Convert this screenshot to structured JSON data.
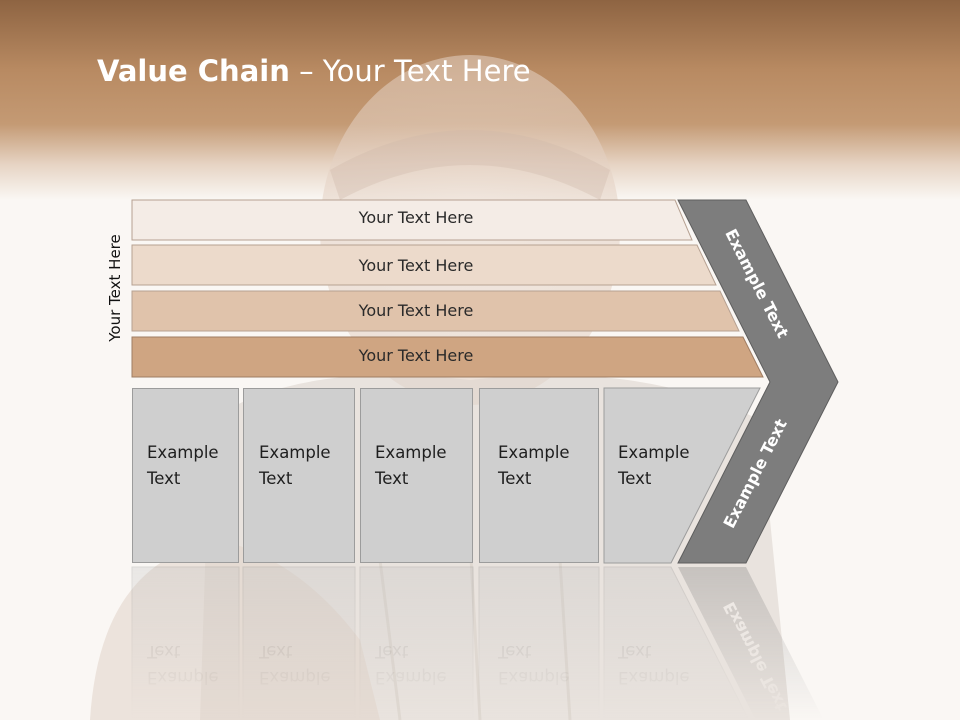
{
  "title": {
    "bold": "Value Chain",
    "rest": " – Your Text Here"
  },
  "side_label": "Your Text Here",
  "rows": [
    {
      "label": "Your Text Here",
      "fill": "#f4ece6"
    },
    {
      "label": "Your Text Here",
      "fill": "#ecdacb"
    },
    {
      "label": "Your Text Here",
      "fill": "#e0c3ab"
    },
    {
      "label": "Your Text Here",
      "fill": "#cfa582"
    }
  ],
  "columns": [
    {
      "line1": "Example",
      "line2": "Text"
    },
    {
      "line1": "Example",
      "line2": "Text"
    },
    {
      "line1": "Example",
      "line2": "Text"
    },
    {
      "line1": "Example",
      "line2": "Text"
    },
    {
      "line1": "Example",
      "line2": "Text"
    }
  ],
  "chevron": {
    "upper_label": "Example Text",
    "lower_label": "Example Text",
    "fill": "#7d7d7d"
  }
}
